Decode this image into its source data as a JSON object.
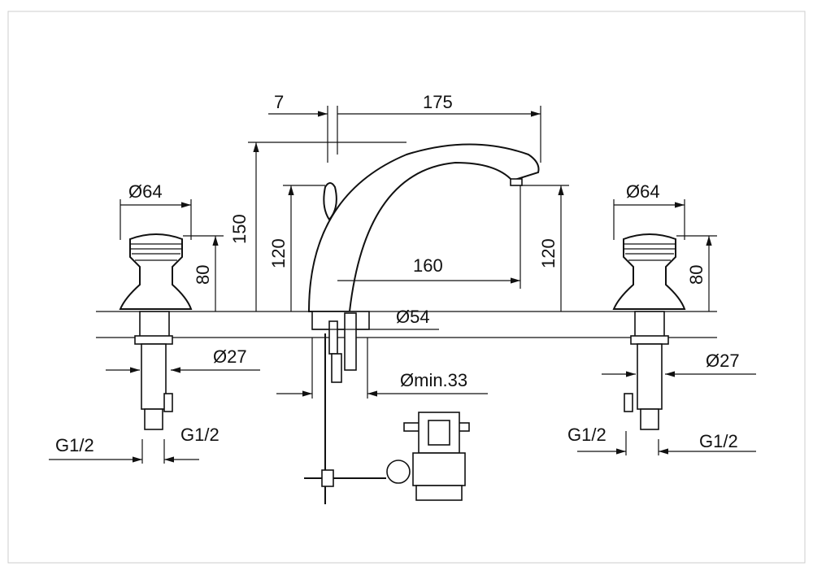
{
  "dimensions": {
    "offset": "7",
    "spout_reach": "175",
    "total_height": "150",
    "lever_height": "120",
    "spout_height": "120",
    "spout_projection": "160",
    "handle_diameter_left": "Ø64",
    "handle_diameter_right": "Ø64",
    "handle_height_left": "80",
    "handle_height_right": "80",
    "base_diameter": "Ø54",
    "shank_diameter_left": "Ø27",
    "shank_diameter_right": "Ø27",
    "hole_min": "Ømin.33",
    "thread_left_outer": "G1/2",
    "thread_left_inner": "G1/2",
    "thread_right_inner": "G1/2",
    "thread_right_outer": "G1/2"
  }
}
